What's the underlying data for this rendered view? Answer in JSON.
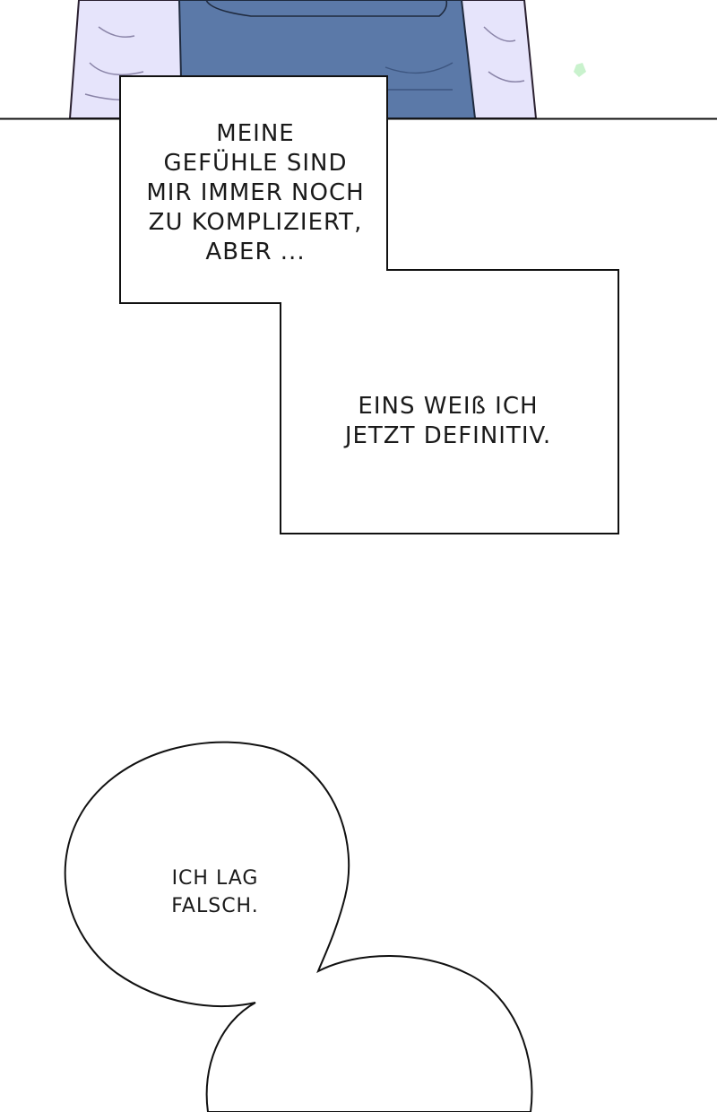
{
  "caption_top": {
    "lines": [
      "MEINE",
      "GEFÜHLE SIND",
      "MIR IMMER NOCH",
      "ZU KOMPLIZIERT,",
      "ABER ..."
    ]
  },
  "caption_middle": {
    "lines": [
      "EINS WEIß ICH",
      "JETZT DEFINITIV."
    ]
  },
  "speech_bubble": {
    "lines": [
      "ICH LAG",
      "FALSCH."
    ]
  },
  "colors": {
    "shirt": "#e6e4fb",
    "jacket": "#5b79a8",
    "background": "#ffffff",
    "ink": "#1a1a1a"
  }
}
